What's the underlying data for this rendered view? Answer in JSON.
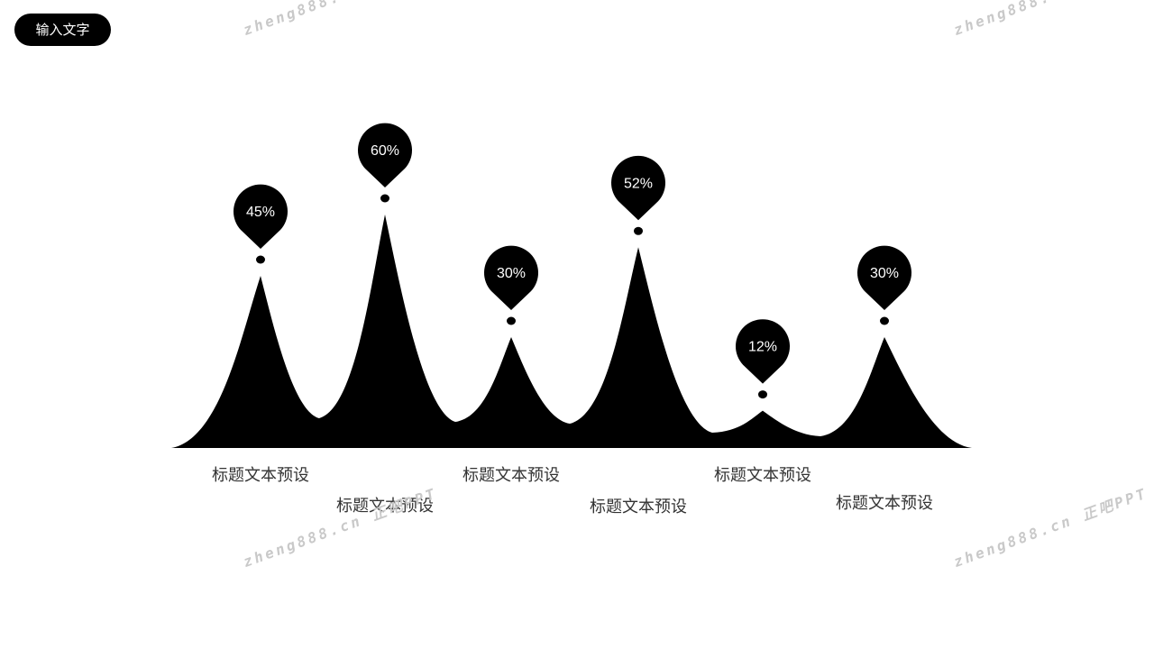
{
  "header": {
    "title": "输入文字"
  },
  "watermark": {
    "text": "zheng888.cn 正吧PPT"
  },
  "chart_data": {
    "type": "area",
    "title": "",
    "categories": [
      "标题文本预设",
      "标题文本预设",
      "标题文本预设",
      "标题文本预设",
      "标题文本预设",
      "标题文本预设"
    ],
    "values": [
      45,
      60,
      30,
      52,
      12,
      30
    ],
    "value_labels": [
      "45%",
      "60%",
      "30%",
      "52%",
      "12%",
      "30%"
    ],
    "grid": false,
    "legend": "none",
    "colors": {
      "fill": "#000000",
      "label_text": "#ffffff",
      "category_text": "#333333"
    }
  }
}
